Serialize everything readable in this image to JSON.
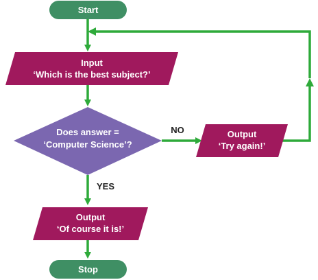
{
  "colors": {
    "terminal": "#3f8f64",
    "io": "#a0195d",
    "decision": "#7b67b0",
    "arrow": "#2eaa3a",
    "text": "#ffffff",
    "label": "#222222"
  },
  "nodes": {
    "start": {
      "label": "Start"
    },
    "input": {
      "line1": "Input",
      "line2": "‘Which is the best subject?’"
    },
    "decision": {
      "line1": "Does answer =",
      "line2": "‘Computer Science’?"
    },
    "try_again": {
      "line1": "Output",
      "line2": "‘Try again!’"
    },
    "of_course": {
      "line1": "Output",
      "line2": "‘Of course it is!’"
    },
    "stop": {
      "label": "Stop"
    }
  },
  "edges": {
    "no_label": "NO",
    "yes_label": "YES"
  }
}
